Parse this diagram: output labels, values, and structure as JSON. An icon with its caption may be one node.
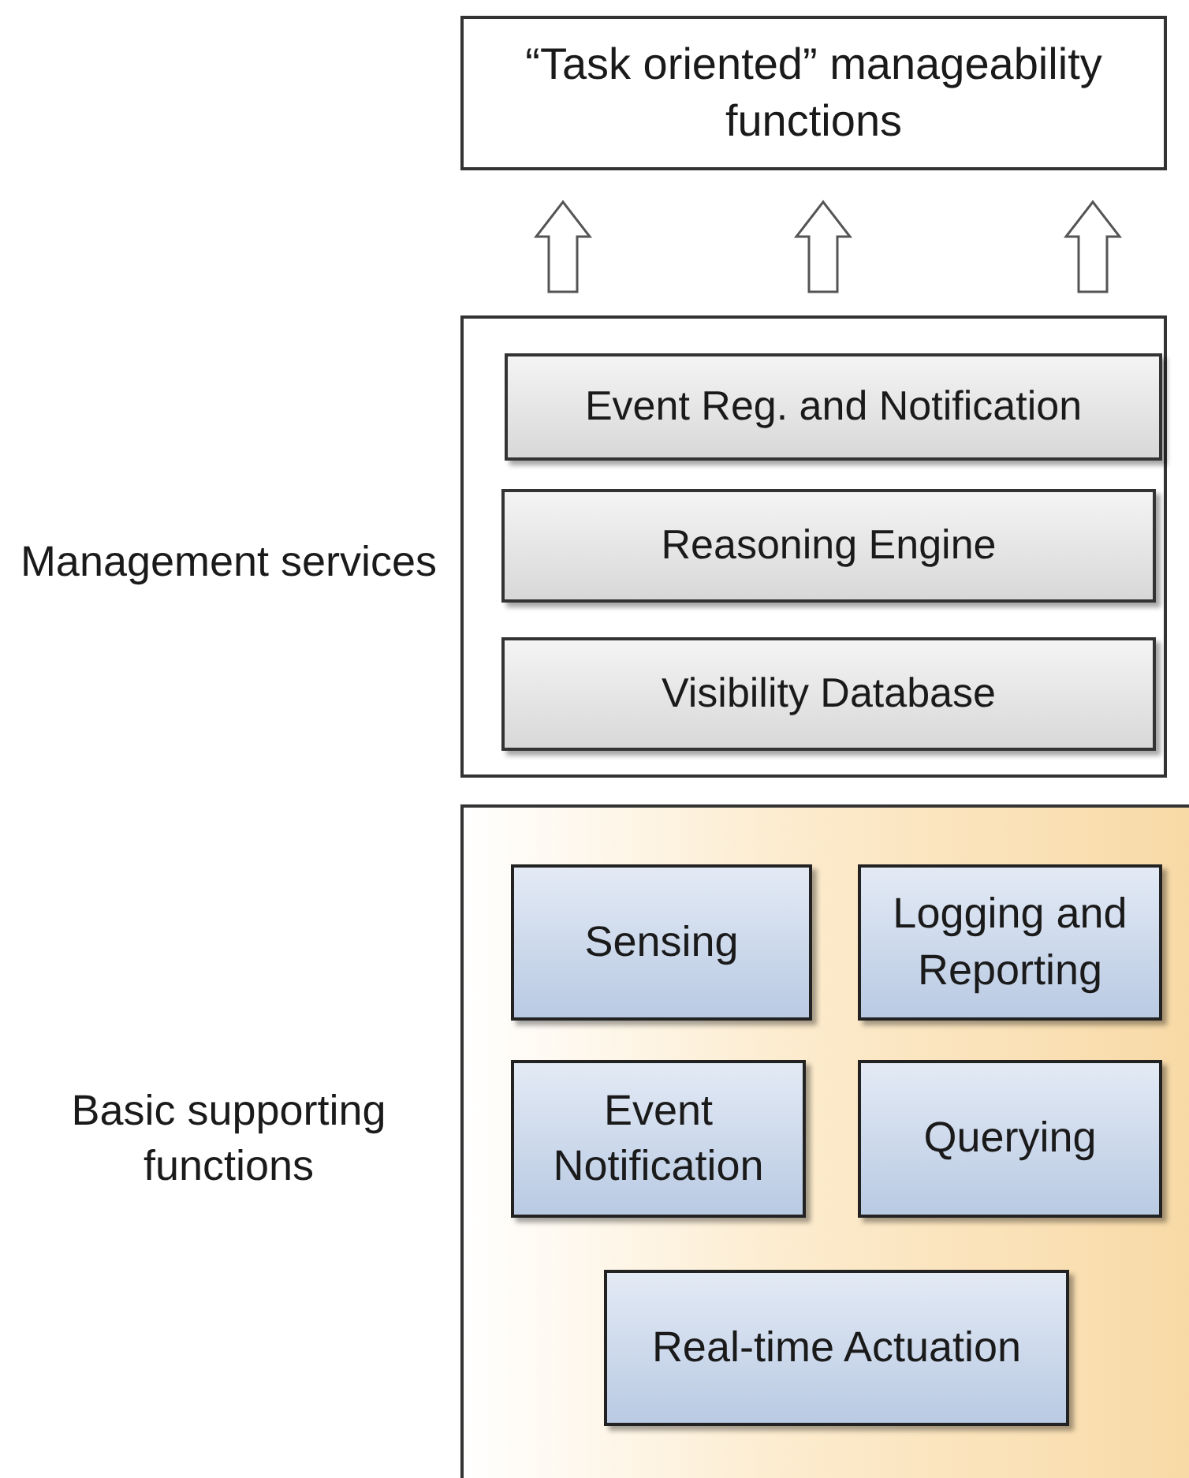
{
  "diagram": {
    "nodes": [
      {
        "text": [
          "“Task oriented” manageability functions"
        ]
      },
      {
        "text": [
          "Management services"
        ]
      },
      {
        "text": [
          "Event Reg. and Notification"
        ],
        "in": 1
      },
      {
        "text": [
          "Reasoning Engine"
        ],
        "in": 1
      },
      {
        "text": [
          "Visibility Database"
        ],
        "in": 1
      },
      {
        "text": [
          "Basic supporting functions"
        ]
      },
      {
        "text": [
          "Sensing"
        ],
        "in": 5
      },
      {
        "text": [
          "Logging and Reporting"
        ],
        "in": 5
      },
      {
        "text": [
          "Event Notification"
        ],
        "in": 5
      },
      {
        "text": [
          "Querying"
        ],
        "in": 5
      },
      {
        "text": [
          "Real-time Actuation"
        ],
        "in": 5
      }
    ],
    "edges": [
      {
        "from": 1,
        "to": 0,
        "arrow": "to"
      },
      {
        "from": 1,
        "to": 0,
        "arrow": "to"
      },
      {
        "from": 1,
        "to": 0,
        "arrow": "to"
      }
    ]
  }
}
